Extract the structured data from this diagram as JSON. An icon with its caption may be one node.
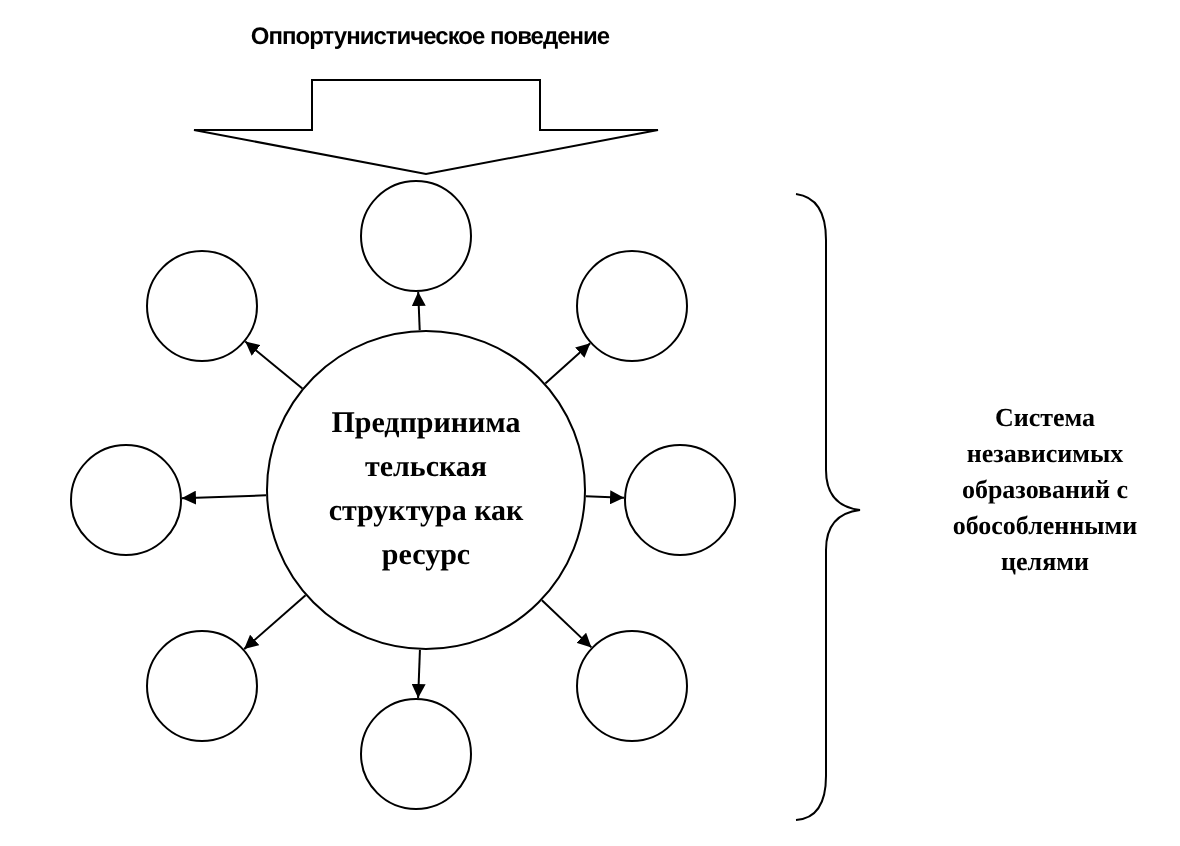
{
  "diagram": {
    "nodes": [
      {
        "text": [
          "Оппортунистическое поведение"
        ]
      },
      {
        "text": [
          "Предпринима тельская структура как ресурс"
        ]
      },
      {
        "text": [],
        "shape": "circle"
      },
      {
        "text": [],
        "shape": "circle"
      },
      {
        "text": [],
        "shape": "circle"
      },
      {
        "text": [],
        "shape": "circle"
      },
      {
        "text": [],
        "shape": "circle"
      },
      {
        "text": [],
        "shape": "circle"
      },
      {
        "text": [],
        "shape": "circle"
      },
      {
        "text": [],
        "shape": "circle"
      }
    ],
    "edges": [
      {
        "from": 0,
        "to": 2,
        "arrow": "to",
        "style": "thick"
      },
      {
        "from": 1,
        "to": 2,
        "arrow": "to"
      },
      {
        "from": 1,
        "to": 3,
        "arrow": "to"
      },
      {
        "from": 1,
        "to": 4,
        "arrow": "to"
      },
      {
        "from": 1,
        "to": 5,
        "arrow": "to"
      },
      {
        "from": 1,
        "to": 6,
        "arrow": "to"
      },
      {
        "from": 1,
        "to": 7,
        "arrow": "to"
      },
      {
        "from": 1,
        "to": 8,
        "arrow": "to"
      },
      {
        "from": 1,
        "to": 9,
        "arrow": "to"
      }
    ],
    "labels": [
      "Система независимых образований с обособленными целями"
    ]
  }
}
